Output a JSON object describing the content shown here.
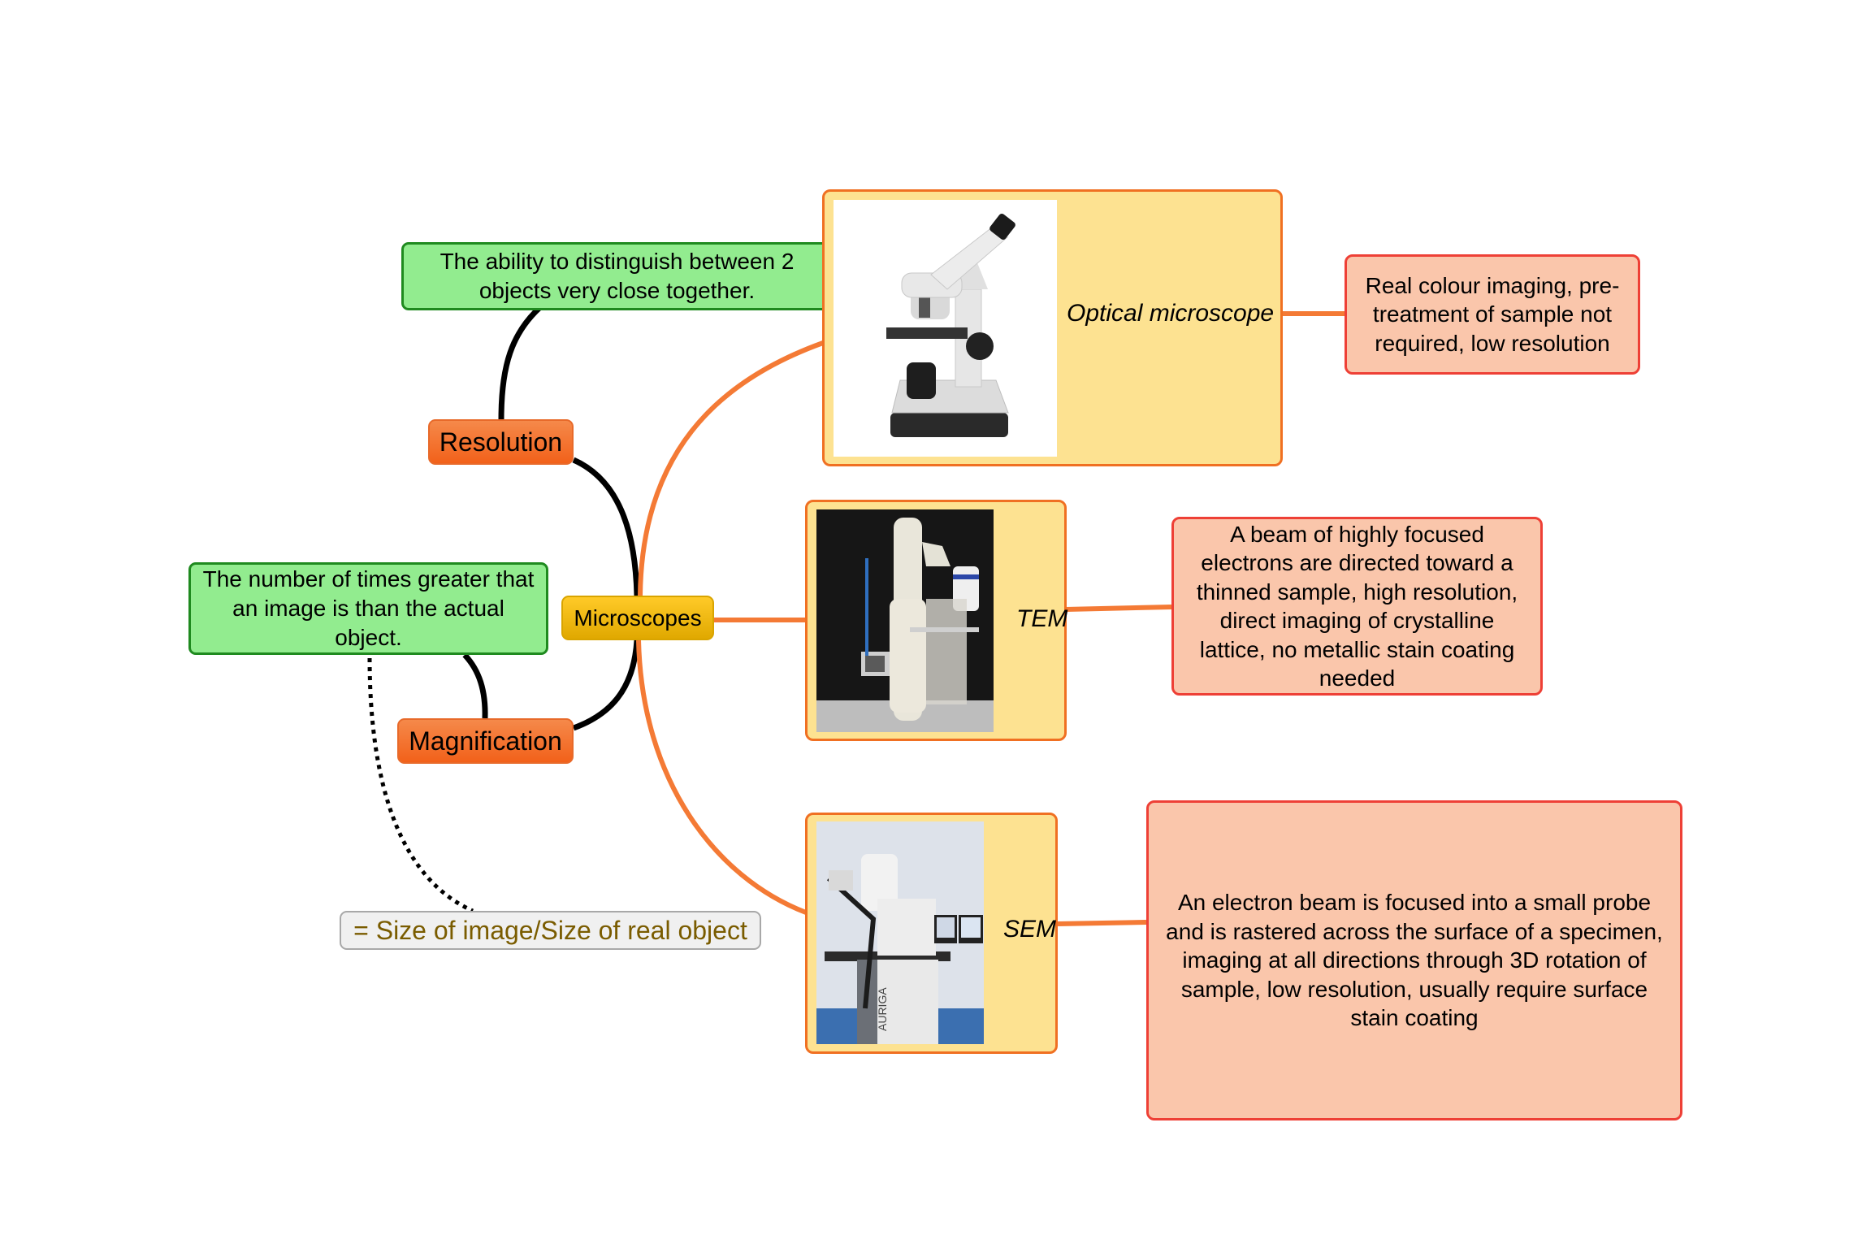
{
  "central": {
    "label": "Microscopes"
  },
  "branches": [
    {
      "label": "Resolution",
      "definition": "The ability to distinguish between 2 objects very close together."
    },
    {
      "label": "Magnification",
      "definition": "The number of times greater that an image is than the actual object.",
      "formula": "= Size of image/Size of real object"
    }
  ],
  "microscope_types": [
    {
      "label": "Optical microscope",
      "image": "light-microscope-photo",
      "description": "Real colour imaging, pre-treatment of sample not required, low resolution"
    },
    {
      "label": "TEM",
      "image": "transmission-electron-microscope-photo",
      "description": "A beam of highly focused electrons are directed toward a thinned sample, high resolution, direct imaging of crystalline lattice, no metallic stain coating needed"
    },
    {
      "label": "SEM",
      "image": "scanning-electron-microscope-photo",
      "image_text": "AURIGA",
      "description": "An electron beam is focused into a small probe and is rastered across the surface of a specimen, imaging at all directions through 3D rotation of sample, low resolution, usually require surface stain coating"
    }
  ],
  "colors": {
    "definition_fill": "#92ec8f",
    "branch_fill": "#f2611a",
    "central_fill": "#f5b800",
    "topic_fill": "#fde291",
    "description_fill": "#fac6ab",
    "orange_connector": "#f47a35",
    "black_connector": "#000000",
    "formula_text": "#7a5c00"
  }
}
